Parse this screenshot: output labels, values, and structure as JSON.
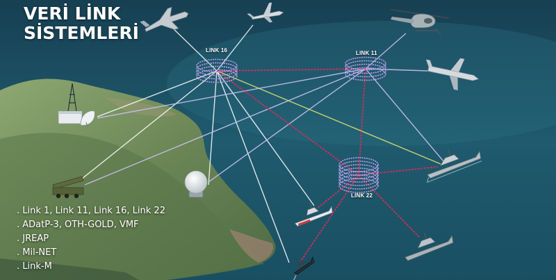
{
  "title": {
    "line1": "VERİ LİNK",
    "line2": "SİSTEMLERİ"
  },
  "hubs": {
    "link16": {
      "label": "LINK 16"
    },
    "link11": {
      "label": "LINK 11"
    },
    "link22": {
      "label": "LINK 22"
    }
  },
  "standards": [
    "Link 1, Link 11, Link 16, Link 22",
    "ADatP-3, OTH-GOLD, VMF",
    "JREAP",
    "Mil-NET",
    "Link-M"
  ],
  "colors": {
    "sea": "#1f5a6e",
    "land": "#6e8a5a",
    "ring": "#b8a0e8",
    "link_white": "#ffffff",
    "link_lavender": "#c8c0f0",
    "link_red": "#d0305a",
    "link_yellow": "#d8e070"
  },
  "icons": [
    "fighter-jet-icon",
    "drone-icon",
    "helicopter-icon",
    "patrol-aircraft-icon",
    "ground-station-icon",
    "radome-icon",
    "missile-launcher-icon",
    "frigate-icon",
    "patrol-boat-icon"
  ]
}
